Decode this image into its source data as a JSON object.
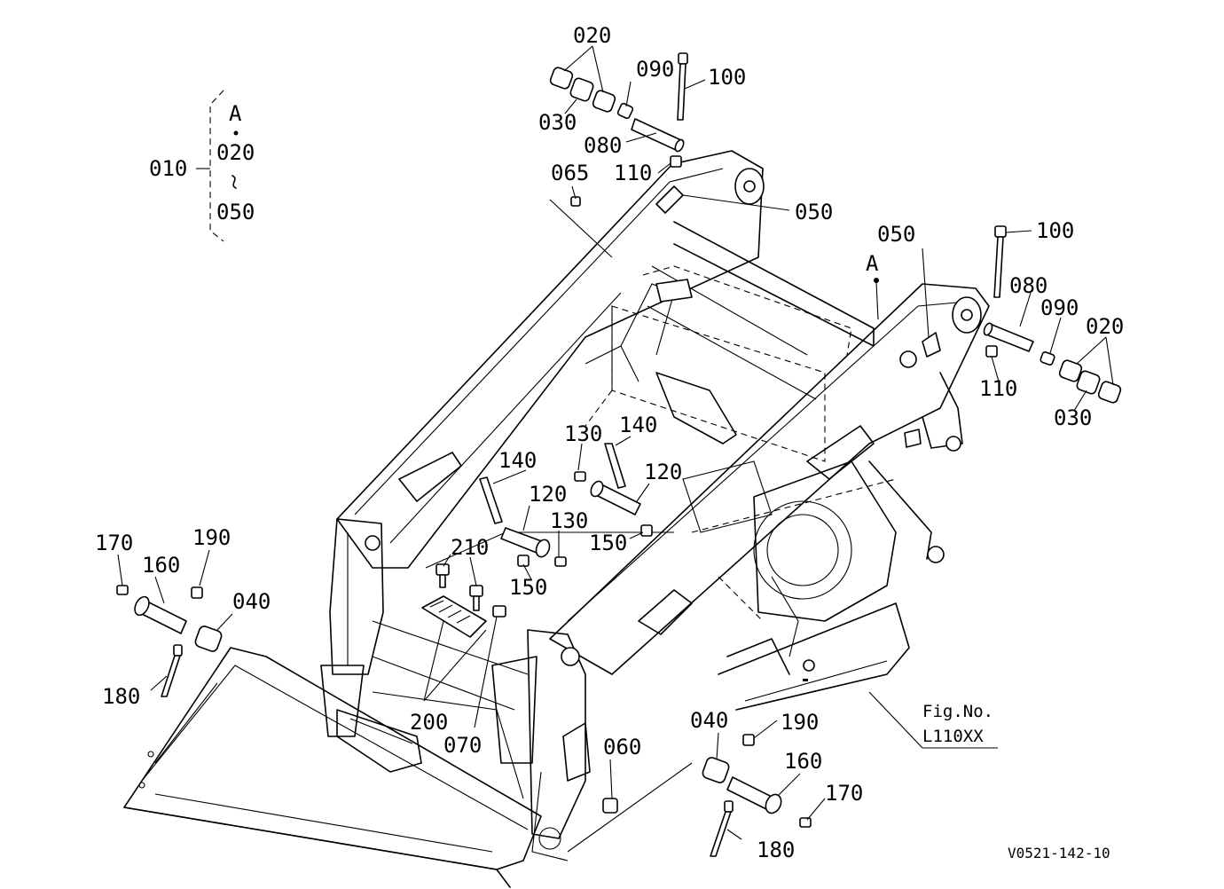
{
  "callouts": {
    "c020_top": "020",
    "c090_top": "090",
    "c100_top": "100",
    "c030_top": "030",
    "c080_top": "080",
    "c110_top": "110",
    "c065": "065",
    "c050_top": "050",
    "c050_right": "050",
    "c100_right": "100",
    "c080_right": "080",
    "c090_right": "090",
    "c020_right": "020",
    "c110_right": "110",
    "c030_right": "030",
    "c130_a": "130",
    "c140_a": "140",
    "c140_b": "140",
    "c120_a": "120",
    "c120_b": "120",
    "c130_b": "130",
    "c150_a": "150",
    "c150_b": "150",
    "c210": "210",
    "c170_l": "170",
    "c190_l": "190",
    "c160_l": "160",
    "c040_l": "040",
    "c180_l": "180",
    "c200": "200",
    "c070": "070",
    "c060": "060",
    "c040_r": "040",
    "c190_r": "190",
    "c160_r": "160",
    "c170_r": "170",
    "c180_r": "180",
    "ref_a": "A"
  },
  "assembly_note": {
    "part": "010",
    "ref": "A",
    "from": "020",
    "to": "050"
  },
  "figure": {
    "label": "Fig.No.",
    "number": "L110XX",
    "drawing_code": "V0521-142-10"
  }
}
